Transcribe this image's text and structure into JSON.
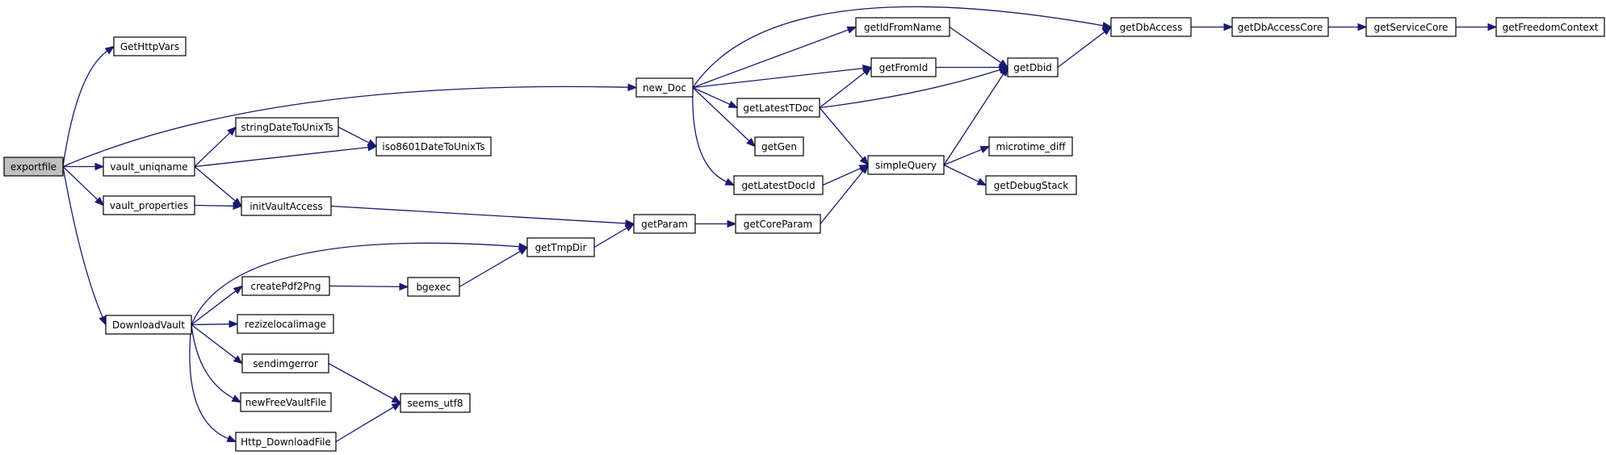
{
  "graph": {
    "root": "exportfile",
    "nodes": [
      {
        "id": "exportfile",
        "label": "exportfile"
      },
      {
        "id": "GetHttpVars",
        "label": "GetHttpVars"
      },
      {
        "id": "vault_uniqname",
        "label": "vault_uniqname"
      },
      {
        "id": "vault_properties",
        "label": "vault_properties"
      },
      {
        "id": "DownloadVault",
        "label": "DownloadVault"
      },
      {
        "id": "new_Doc",
        "label": "new_Doc"
      },
      {
        "id": "stringDateToUnixTs",
        "label": "stringDateToUnixTs"
      },
      {
        "id": "iso8601DateToUnixTs",
        "label": "iso8601DateToUnixTs"
      },
      {
        "id": "initVaultAccess",
        "label": "initVaultAccess"
      },
      {
        "id": "getParam",
        "label": "getParam"
      },
      {
        "id": "getTmpDir",
        "label": "getTmpDir"
      },
      {
        "id": "createPdf2Png",
        "label": "createPdf2Png"
      },
      {
        "id": "bgexec",
        "label": "bgexec"
      },
      {
        "id": "rezizelocalimage",
        "label": "rezizelocalimage"
      },
      {
        "id": "sendimgerror",
        "label": "sendimgerror"
      },
      {
        "id": "newFreeVaultFile",
        "label": "newFreeVaultFile"
      },
      {
        "id": "Http_DownloadFile",
        "label": "Http_DownloadFile"
      },
      {
        "id": "seems_utf8",
        "label": "seems_utf8"
      },
      {
        "id": "getIdFromName",
        "label": "getIdFromName"
      },
      {
        "id": "getFromId",
        "label": "getFromId"
      },
      {
        "id": "getLatestTDoc",
        "label": "getLatestTDoc"
      },
      {
        "id": "getGen",
        "label": "getGen"
      },
      {
        "id": "getLatestDocId",
        "label": "getLatestDocId"
      },
      {
        "id": "getCoreParam",
        "label": "getCoreParam"
      },
      {
        "id": "simpleQuery",
        "label": "simpleQuery"
      },
      {
        "id": "getDbid",
        "label": "getDbid"
      },
      {
        "id": "getDbAccess",
        "label": "getDbAccess"
      },
      {
        "id": "getDbAccessCore",
        "label": "getDbAccessCore"
      },
      {
        "id": "getServiceCore",
        "label": "getServiceCore"
      },
      {
        "id": "getFreedomContext",
        "label": "getFreedomContext"
      },
      {
        "id": "microtime_diff",
        "label": "microtime_diff"
      },
      {
        "id": "getDebugStack",
        "label": "getDebugStack"
      }
    ],
    "edges": [
      [
        "exportfile",
        "GetHttpVars"
      ],
      [
        "exportfile",
        "new_Doc"
      ],
      [
        "exportfile",
        "vault_uniqname"
      ],
      [
        "exportfile",
        "vault_properties"
      ],
      [
        "exportfile",
        "DownloadVault"
      ],
      [
        "vault_uniqname",
        "stringDateToUnixTs"
      ],
      [
        "vault_uniqname",
        "iso8601DateToUnixTs"
      ],
      [
        "vault_uniqname",
        "initVaultAccess"
      ],
      [
        "stringDateToUnixTs",
        "iso8601DateToUnixTs"
      ],
      [
        "vault_properties",
        "initVaultAccess"
      ],
      [
        "initVaultAccess",
        "getParam"
      ],
      [
        "DownloadVault",
        "getTmpDir"
      ],
      [
        "DownloadVault",
        "createPdf2Png"
      ],
      [
        "DownloadVault",
        "rezizelocalimage"
      ],
      [
        "DownloadVault",
        "sendimgerror"
      ],
      [
        "DownloadVault",
        "newFreeVaultFile"
      ],
      [
        "DownloadVault",
        "Http_DownloadFile"
      ],
      [
        "createPdf2Png",
        "bgexec"
      ],
      [
        "bgexec",
        "getTmpDir"
      ],
      [
        "getTmpDir",
        "getParam"
      ],
      [
        "sendimgerror",
        "seems_utf8"
      ],
      [
        "Http_DownloadFile",
        "seems_utf8"
      ],
      [
        "getParam",
        "getCoreParam"
      ],
      [
        "getCoreParam",
        "simpleQuery"
      ],
      [
        "new_Doc",
        "getDbAccess"
      ],
      [
        "new_Doc",
        "getIdFromName"
      ],
      [
        "new_Doc",
        "getFromId"
      ],
      [
        "new_Doc",
        "getLatestTDoc"
      ],
      [
        "new_Doc",
        "getGen"
      ],
      [
        "new_Doc",
        "getLatestDocId"
      ],
      [
        "getIdFromName",
        "getDbid"
      ],
      [
        "getFromId",
        "getDbid"
      ],
      [
        "getLatestTDoc",
        "getFromId"
      ],
      [
        "getLatestTDoc",
        "getDbid"
      ],
      [
        "getLatestTDoc",
        "simpleQuery"
      ],
      [
        "getLatestDocId",
        "simpleQuery"
      ],
      [
        "simpleQuery",
        "getDbid"
      ],
      [
        "simpleQuery",
        "microtime_diff"
      ],
      [
        "simpleQuery",
        "getDebugStack"
      ],
      [
        "getDbid",
        "getDbAccess"
      ],
      [
        "getDbAccess",
        "getDbAccessCore"
      ],
      [
        "getDbAccessCore",
        "getServiceCore"
      ],
      [
        "getServiceCore",
        "getFreedomContext"
      ]
    ]
  },
  "colors": {
    "edge": "#191970",
    "node_border": "#000000",
    "root_fill": "#bfbfbf",
    "node_fill": "#ffffff"
  }
}
